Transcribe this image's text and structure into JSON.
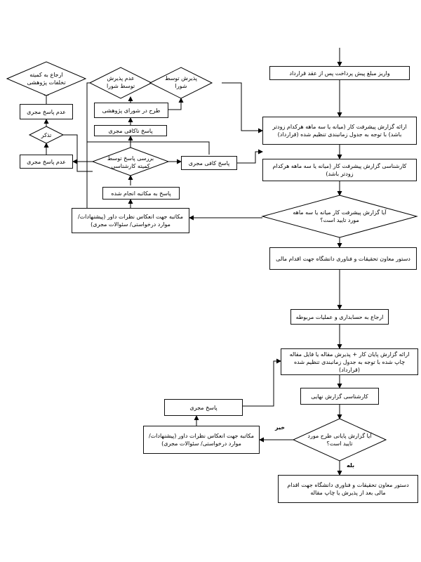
{
  "nodes": {
    "deposit_prepayment": "واریز مبلغ پیش پرداخت پس از عقد قرارداد",
    "progress_report": "ارائه گزارش پیشرفت کار (میانه یا سه ماهه هرکدام زودتر باشد) با توجه به جدول زمانبندی تنظیم شده (قرارداد)",
    "expert_review_progress": "کارشناسی گزارش پیشرفت کار (میانه یا سه ماهه هرکدام زودتر باشد)",
    "decision_progress": "آیا گزارش پیشرفت کار میانه یا سه ماهه مورد تایید است؟",
    "vice_chancellor_order": "دستور معاون تحقیقات و فناوری دانشگاه جهت اقدام مالی",
    "refer_accounting": "ارجاع به حسابداری و عملیات مربوطه",
    "final_report": "ارائه گزارش پایان کار + پذیرش مقاله یا فایل مقاله چاپ شده با توجه به جدول زمانبندی تنظیم شده (قرارداد)",
    "expert_review_final": "کارشناسی گزارش نهایی",
    "decision_final": "آیا گزارش پایانی طرح مورد تایید است؟",
    "vice_chancellor_final": "دستور معاون تحقیقات و فناوری دانشگاه جهت اقدام مالی بعد از پذیرش یا چاپ مقاله",
    "correspondence_final": "مکاتبه جهت انعکاس نظرات داور (پیشنهادات/ موارد درخواستی/ سئوالات مجری)",
    "executor_response_final": "پاسخ مجری",
    "correspondence_progress": "مکاتبه جهت انعکاس نظرات داور (پیشنهادات/ موارد درخواستی/ سئوالات مجری)",
    "response_to_correspondence": "پاسخ به مکاتبه انجام شده",
    "review_response": "بررسی پاسخ توسط کمیته کارشناسی",
    "adequate_response": "پاسخ کافی مجری",
    "inadequate_response": "پاسخ ناکافی مجری",
    "no_response": "عدم پاسخ مجری",
    "reminder": "تذکر",
    "no_response_2": "عدم پاسخ مجری",
    "refer_violations": "ارجاع به کمیته تخلفات پژوهشی",
    "present_council": "طرح در شورای پژوهشی",
    "not_accepted_council": "عدم پذیرش توسط شورا",
    "accepted_council": "پذیرش توسط شورا"
  },
  "labels": {
    "no": "خیر",
    "yes": "بله"
  }
}
